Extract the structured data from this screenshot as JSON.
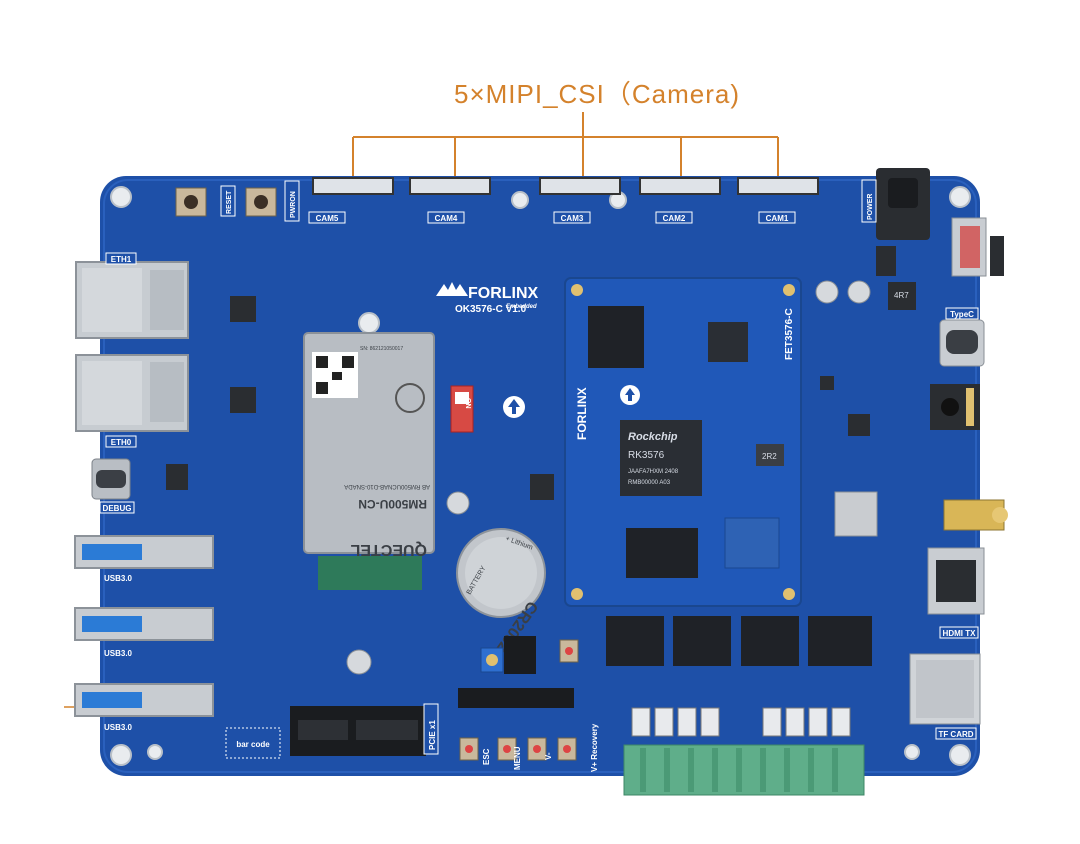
{
  "annotation": {
    "label": "5×MIPI_CSI（Camera)"
  },
  "brand": {
    "name": "FORLINX",
    "tagline": "Embedded",
    "board_model": "OK3576-C V1.0"
  },
  "som": {
    "model": "FET3576-C",
    "brand": "FORLINX",
    "soc_brand": "Rockchip",
    "soc_model": "RK3576",
    "soc_code1": "JAAFA7HXM 2408",
    "soc_code2": "RMB00000 A03"
  },
  "cameras": [
    "CAM5",
    "CAM4",
    "CAM3",
    "CAM2",
    "CAM1"
  ],
  "buttons": {
    "reset": "RESET",
    "pwron": "PWRON"
  },
  "labels": {
    "eth1": "ETH1",
    "eth0": "ETH0",
    "debug": "DEBUG",
    "usb_a": "USB3.0",
    "usb_b": "USB3.0",
    "usb_c": "USB3.0",
    "power": "POWER",
    "typec": "TypeC",
    "hdmi": "HDMI TX",
    "tfcard": "TF CARD",
    "pcie": "PCIE x1",
    "esc": "ESC",
    "menu": "MENU",
    "vminus": "V-",
    "vplus_recovery": "V+ Recovery",
    "bar_code": "bar code",
    "on": "ON"
  },
  "module_4g": {
    "brand": "QUECTEL",
    "model": "RM500U-CN",
    "sku": "AB RM500UCNAB-D10-SNADA",
    "sn": "SN: 862121050017"
  },
  "battery": {
    "model": "CR2032",
    "text1": "+ Lithium",
    "text2": "BATTERY"
  },
  "inductor_label": "4R7",
  "inductor_label2": "2R2"
}
